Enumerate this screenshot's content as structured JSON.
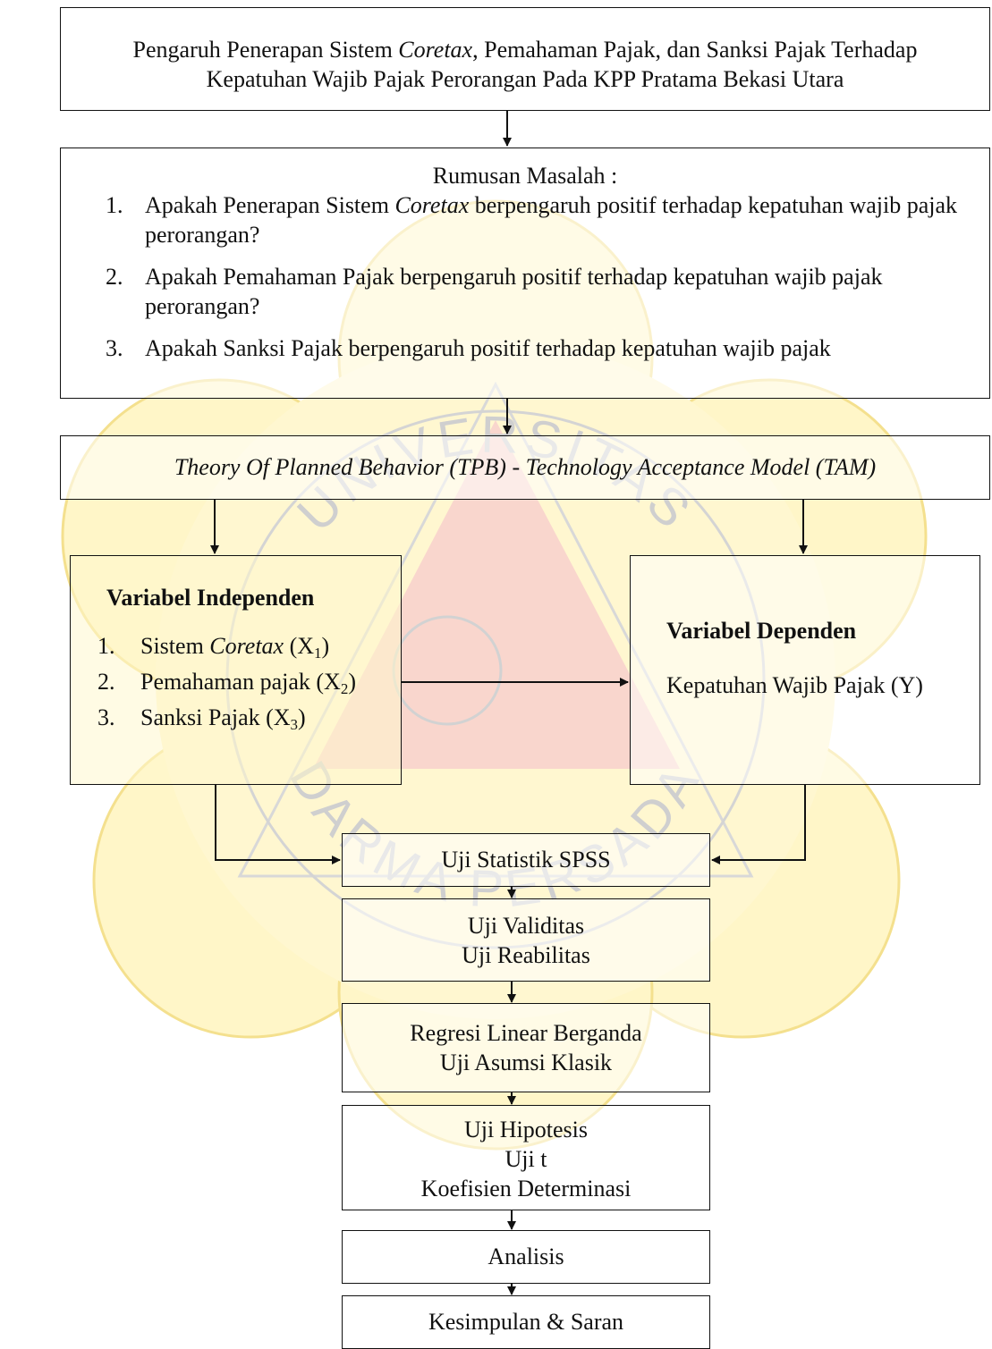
{
  "title_box": {
    "line1_a": "Pengaruh Penerapan Sistem ",
    "line1_em": "Coretax",
    "line1_b": ", Pemahaman Pajak, dan Sanksi Pajak Terhadap",
    "line2": "Kepatuhan Wajib Pajak Perorangan Pada KPP Pratama Bekasi Utara"
  },
  "rumusan": {
    "heading": "Rumusan Masalah :",
    "items": [
      {
        "num": "1.",
        "a": "Apakah Penerapan Sistem ",
        "em": "Coretax",
        "b": " berpengaruh positif terhadap kepatuhan wajib pajak perorangan?"
      },
      {
        "num": "2.",
        "a": "Apakah Pemahaman Pajak berpengaruh positif terhadap kepatuhan wajib pajak perorangan?"
      },
      {
        "num": "3.",
        "a": "Apakah Sanksi Pajak berpengaruh positif terhadap kepatuhan wajib pajak"
      }
    ]
  },
  "theory": {
    "label": "Theory Of Planned Behavior (TPB) - Technology Acceptance Model (TAM)"
  },
  "independen": {
    "heading": "Variabel Independen",
    "items": [
      {
        "num": "1.",
        "a": "Sistem ",
        "em": "Coretax",
        "b": " (X",
        "sub": "1",
        "c": ")"
      },
      {
        "num": "2.",
        "a": "Pemahaman pajak (X",
        "sub": "2",
        "c": ")"
      },
      {
        "num": "3.",
        "a": "Sanksi Pajak (X",
        "sub": "3",
        "c": ")"
      }
    ]
  },
  "dependen": {
    "heading": "Variabel Dependen",
    "item": "Kepatuhan Wajib Pajak (Y)"
  },
  "steps": {
    "spss": "Uji Statistik SPSS",
    "validitas": [
      "Uji Validitas",
      "Uji Reabilitas"
    ],
    "regresi": [
      "Regresi Linear Berganda",
      "Uji Asumsi Klasik"
    ],
    "hipotesis": [
      "Uji Hipotesis",
      "Uji t",
      "Koefisien Determinasi"
    ],
    "analisis": "Analisis",
    "kesimpulan": "Kesimpulan & Saran"
  },
  "watermark": {
    "text": "UNIVERSITAS DARMA PERSADA",
    "colors": {
      "petal": "#fff6c8",
      "petal_stroke": "#f4e08e",
      "red": "#f8d0cc",
      "line": "#c9c9c9"
    }
  }
}
